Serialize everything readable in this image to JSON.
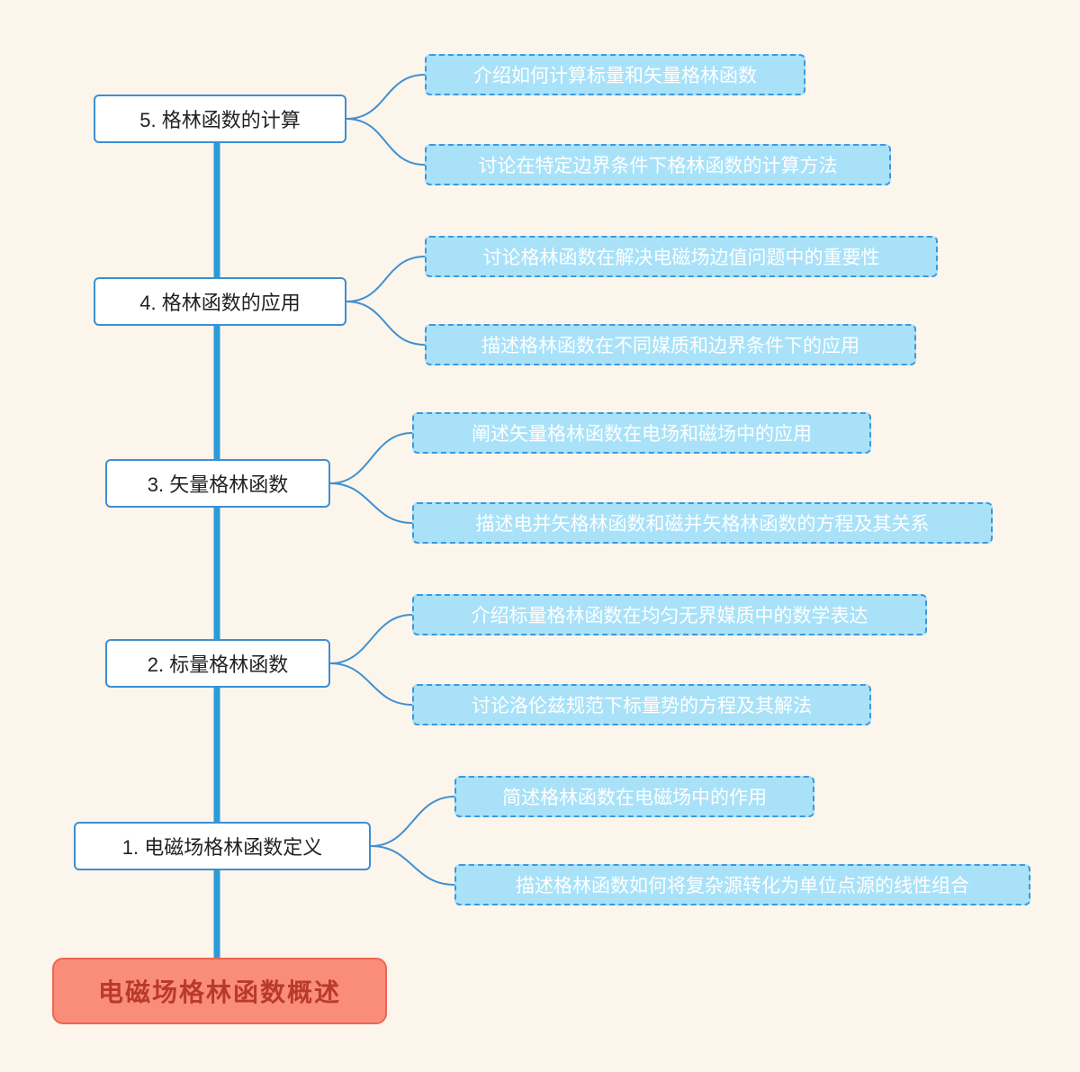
{
  "root": {
    "label": "电磁场格林函数概述"
  },
  "branches": [
    {
      "label": "5. 格林函数的计算",
      "children": [
        {
          "text": "介绍如何计算标量和矢量格林函数"
        },
        {
          "text": "讨论在特定边界条件下格林函数的计算方法"
        }
      ]
    },
    {
      "label": "4. 格林函数的应用",
      "children": [
        {
          "text": "讨论格林函数在解决电磁场边值问题中的重要性"
        },
        {
          "text": "描述格林函数在不同媒质和边界条件下的应用"
        }
      ]
    },
    {
      "label": "3. 矢量格林函数",
      "children": [
        {
          "text": "阐述矢量格林函数在电场和磁场中的应用"
        },
        {
          "text": "描述电并矢格林函数和磁并矢格林函数的方程及其关系"
        }
      ]
    },
    {
      "label": "2. 标量格林函数",
      "children": [
        {
          "text": "介绍标量格林函数在均匀无界媒质中的数学表达"
        },
        {
          "text": "讨论洛伦兹规范下标量势的方程及其解法"
        }
      ]
    },
    {
      "label": "1. 电磁场格林函数定义",
      "children": [
        {
          "text": "简述格林函数在电磁场中的作用"
        },
        {
          "text": "描述格林函数如何将复杂源转化为单位点源的线性组合"
        }
      ]
    }
  ],
  "colors": {
    "bg": "#fbf5ec",
    "trunk": "#2b9cd8",
    "line": "#4090d0",
    "branch-border": "#3e8ed2",
    "branch-bg": "#ffffff",
    "branch-text": "#222222",
    "leaf-bg": "#a9e2f8",
    "leaf-border": "#3e97dc",
    "leaf-text": "#ffffff",
    "root-bg": "#fa8d7a",
    "root-border": "#ec6652",
    "root-text": "#b93a2b"
  }
}
